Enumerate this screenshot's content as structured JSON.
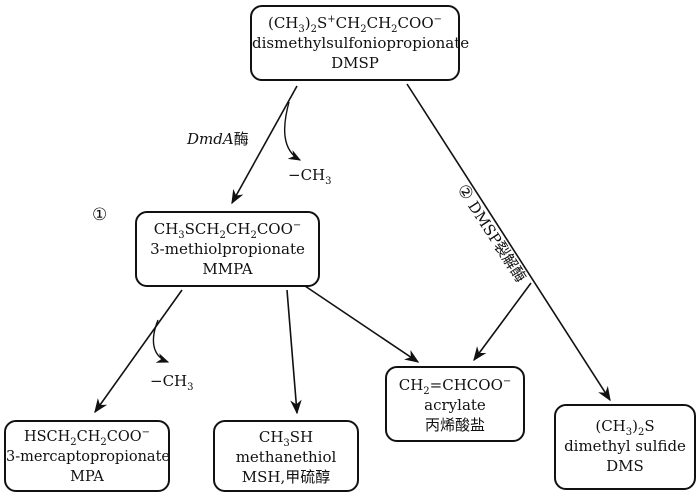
{
  "dmsp": {
    "formula": "(CH3)2S+CH2CH2COO−",
    "name": "dismethylsulfoniopropionate",
    "abbr": "DMSP"
  },
  "mmpa": {
    "formula": "CH3SCH2CH2COO−",
    "name": "3-methiolpropionate",
    "abbr": "MMPA"
  },
  "mpa": {
    "formula": "HSCH2CH2COO−",
    "name": "3-mercaptopropionate",
    "abbr": "MPA"
  },
  "msh": {
    "formula": "CH3SH",
    "name": "methanethiol",
    "abbr": "MSH,甲硫醇"
  },
  "acrylate": {
    "formula": "CH2=CHCOO−",
    "name": "acrylate",
    "cn": "丙烯酸盐"
  },
  "dms": {
    "formula": "(CH3)2S",
    "name": "dimethyl sulfide",
    "abbr": "DMS"
  },
  "labels": {
    "enzyme1_name": "DmdA",
    "enzyme1_suffix": "酶",
    "minus_ch3_top": "−CH3",
    "minus_ch3_bottom": "−CH3",
    "pathway1": "①",
    "pathway2_num": "②",
    "pathway2_enzyme": "DMSP裂解酶"
  }
}
